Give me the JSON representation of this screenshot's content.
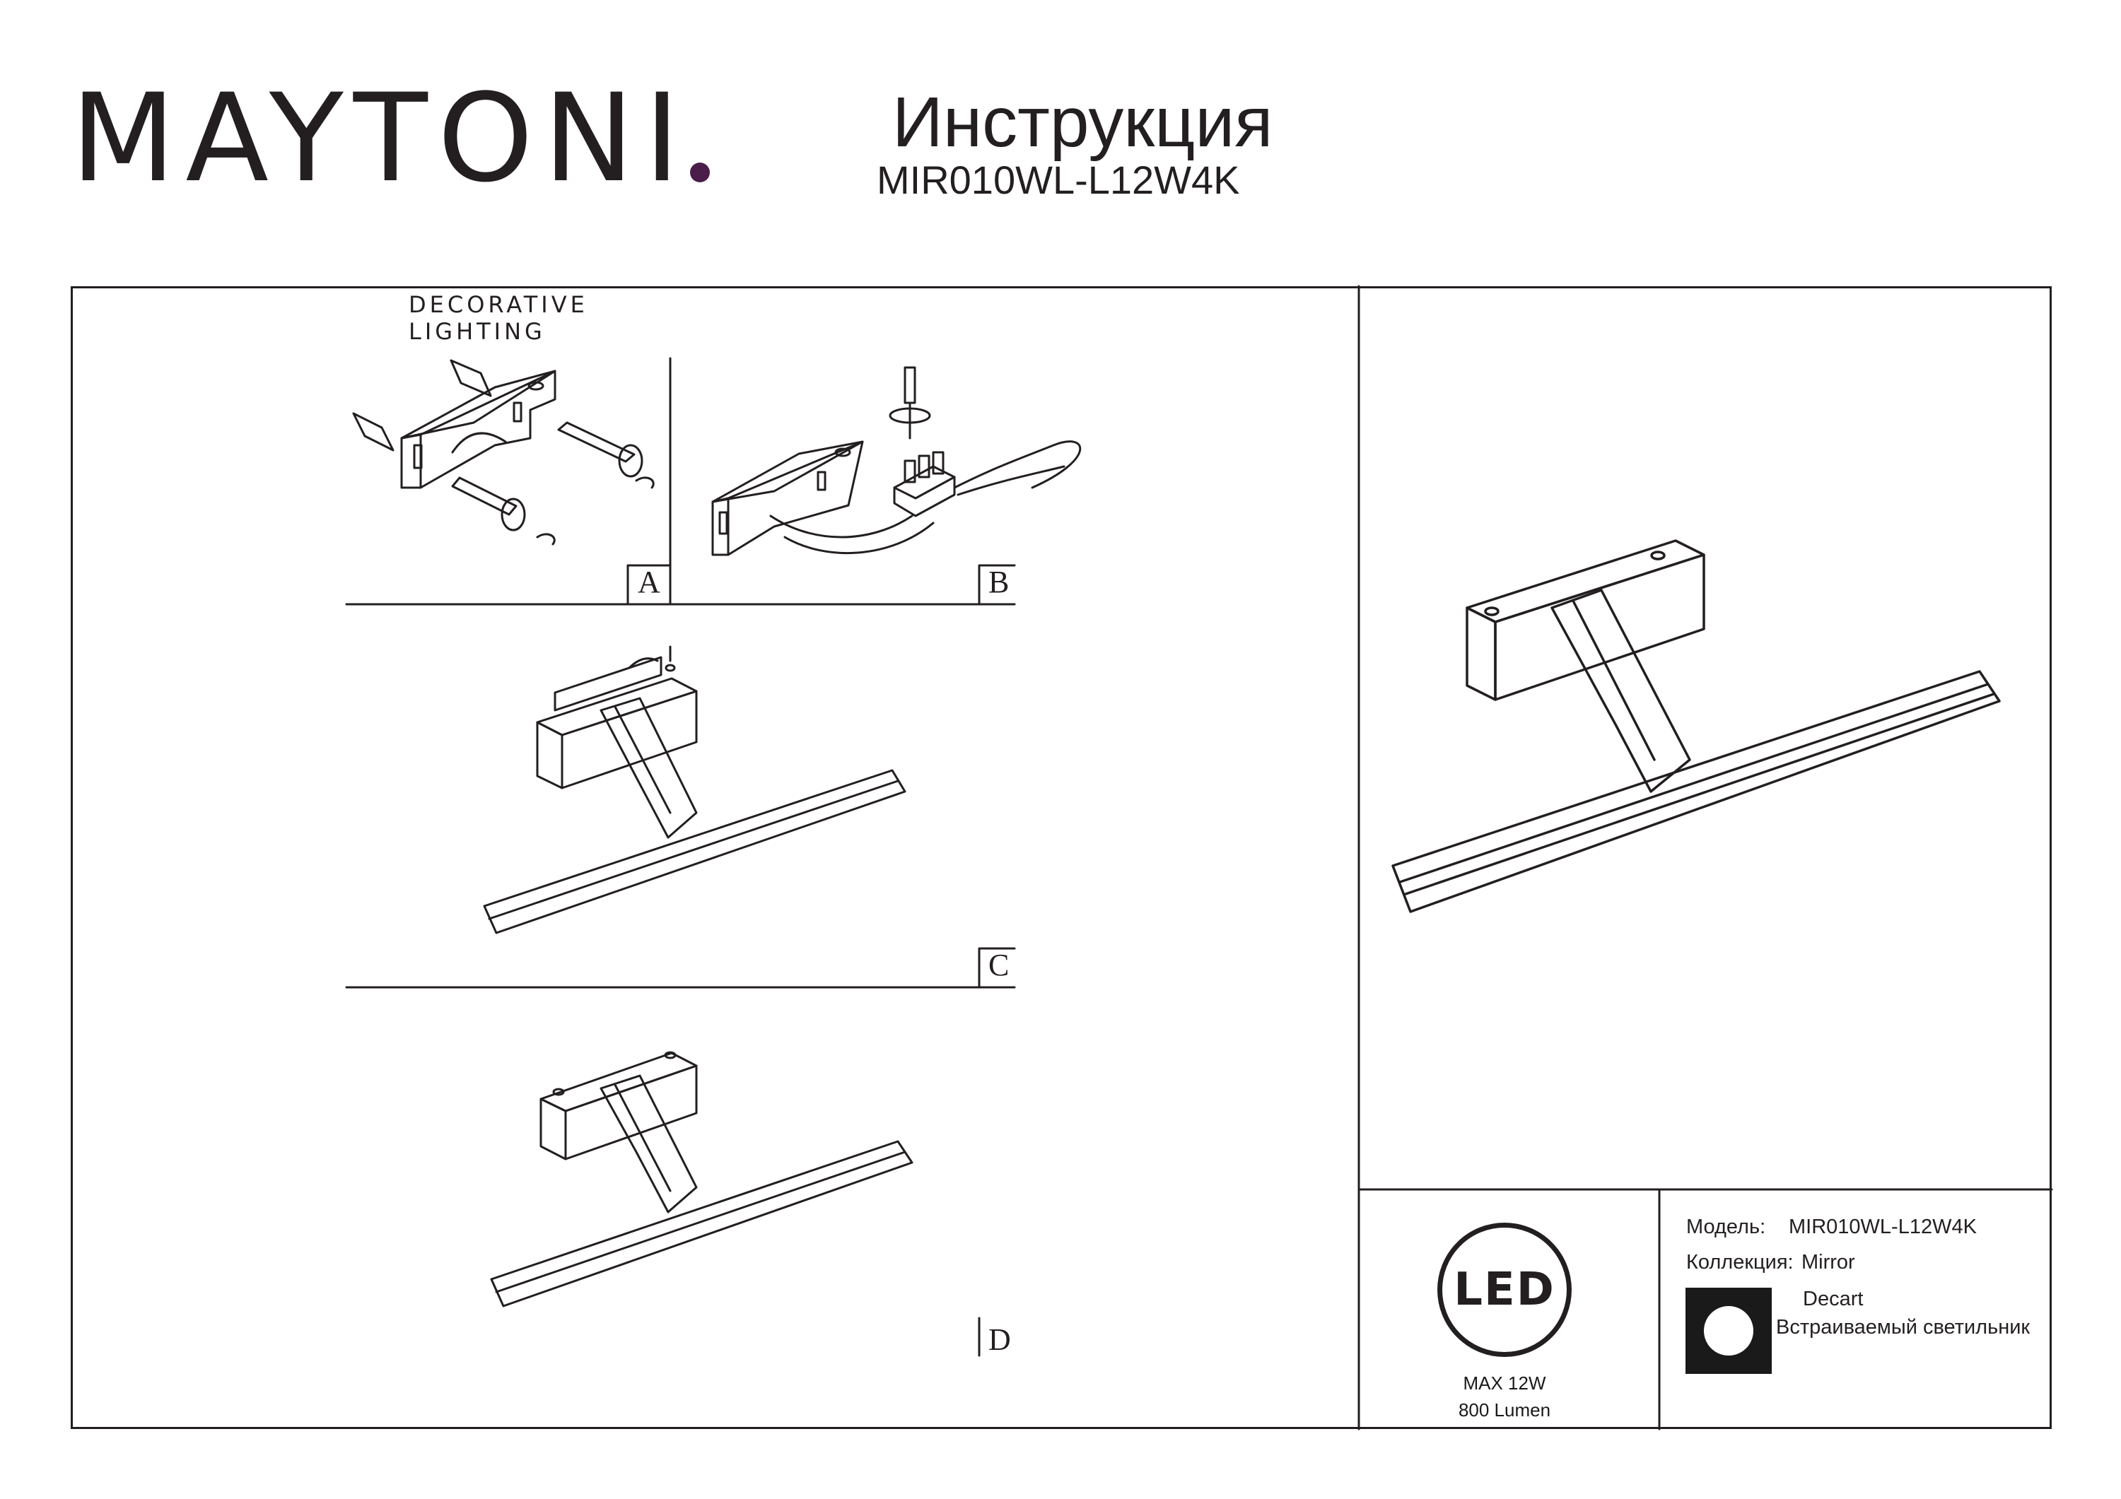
{
  "brand": {
    "name": "MAYTONI",
    "tagline": "DECORATIVE LIGHTING",
    "accent_color": "#4a1d4a"
  },
  "header": {
    "title": "Инструкция",
    "model": "MIR010WL-L12W4K"
  },
  "steps": [
    {
      "label": "A"
    },
    {
      "label": "B"
    },
    {
      "label": "C"
    },
    {
      "label": "D"
    }
  ],
  "led_badge": {
    "icon": "led-icon",
    "text": "LED",
    "max_power": "MAX 12W",
    "lumen": "800 Lumen"
  },
  "specs": {
    "model_label": "Модель:",
    "model_value": "MIR010WL-L12W4K",
    "collection_label": "Коллекция:",
    "collection_value": "Mirror",
    "type_icon": "circle-icon",
    "type_name": "Decart",
    "type_desc": "Встраиваемый светильник"
  }
}
